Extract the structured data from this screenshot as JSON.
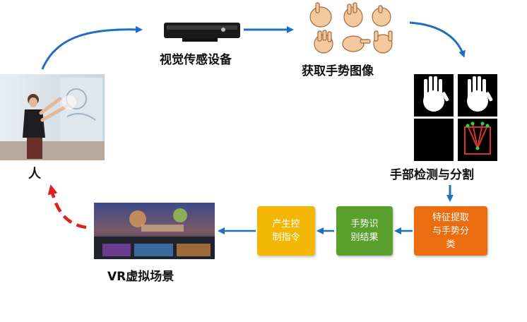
{
  "nodes": {
    "person": {
      "label": "人"
    },
    "sensor": {
      "label": "视觉传感设备"
    },
    "capture": {
      "label": "获取手势图像"
    },
    "detect": {
      "label": "手部检测与分割"
    },
    "feature": {
      "lines": [
        "特征提取",
        "与手势分",
        "类"
      ]
    },
    "recognize": {
      "lines": [
        "手势识",
        "别结果"
      ]
    },
    "command": {
      "lines": [
        "产生控",
        "制指令"
      ]
    },
    "vr": {
      "label": "VR虚拟场景"
    }
  },
  "colors": {
    "flow_arrow": "#1f6fc1",
    "feedback_arrow": "#e02020",
    "feature_box": "#ec6c10",
    "recognize_box": "#5aa02c",
    "command_box": "#f2b705"
  },
  "icons": [
    "person-photo",
    "kinect-sensor-icon",
    "hand-gesture-icons",
    "hand-mask-images",
    "vr-scene-image"
  ]
}
